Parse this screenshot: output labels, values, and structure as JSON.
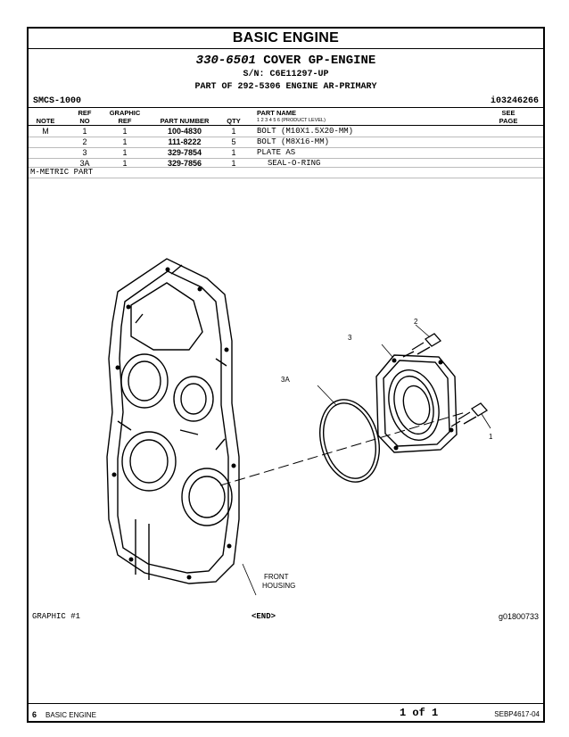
{
  "section_title": "BASIC ENGINE",
  "group": {
    "part_number": "330-6501",
    "name": "COVER GP-ENGINE",
    "serial": "S/N: C6E11297-UP",
    "part_of": "PART OF 292-5306 ENGINE AR-PRIMARY"
  },
  "smcs": "SMCS-1000",
  "illustration_ref": "i03246266",
  "headers": {
    "note": "NOTE",
    "ref_no_top": "REF",
    "ref_no_bottom": "NO",
    "graphic_ref_top": "GRAPHIC",
    "graphic_ref_bottom": "REF",
    "part_number": "PART NUMBER",
    "qty": "QTY",
    "part_name": "PART NAME",
    "product_level": "1   2   3   4   5   6   (PRODUCT LEVEL)",
    "see_page_top": "SEE",
    "see_page_bottom": "PAGE"
  },
  "parts": [
    {
      "note": "M",
      "ref": "1",
      "graphic": "1",
      "part_number": "100-4830",
      "qty": "1",
      "name": "BOLT (M10X1.5X20-MM)"
    },
    {
      "note": "",
      "ref": "2",
      "graphic": "1",
      "part_number": "111-8222",
      "qty": "5",
      "name": "BOLT (M8X16-MM)"
    },
    {
      "note": "",
      "ref": "3",
      "graphic": "1",
      "part_number": "329-7854",
      "qty": "1",
      "name": "PLATE AS"
    },
    {
      "note": "",
      "ref": "3A",
      "graphic": "1",
      "part_number": "329-7856",
      "qty": "1",
      "name": "SEAL-O-RING"
    }
  ],
  "metric_note": "M-METRIC PART",
  "callouts": {
    "c1": "1",
    "c2": "2",
    "c3": "3",
    "c3a": "3A",
    "front_housing_1": "FRONT",
    "front_housing_2": "HOUSING"
  },
  "graphic_label": "GRAPHIC #1",
  "end_label": "<END>",
  "graphic_number": "g01800733",
  "footer": {
    "page_number": "6",
    "section": "BASIC ENGINE",
    "page_of": "1 of 1",
    "doc_id": "SEBP4617-04"
  }
}
